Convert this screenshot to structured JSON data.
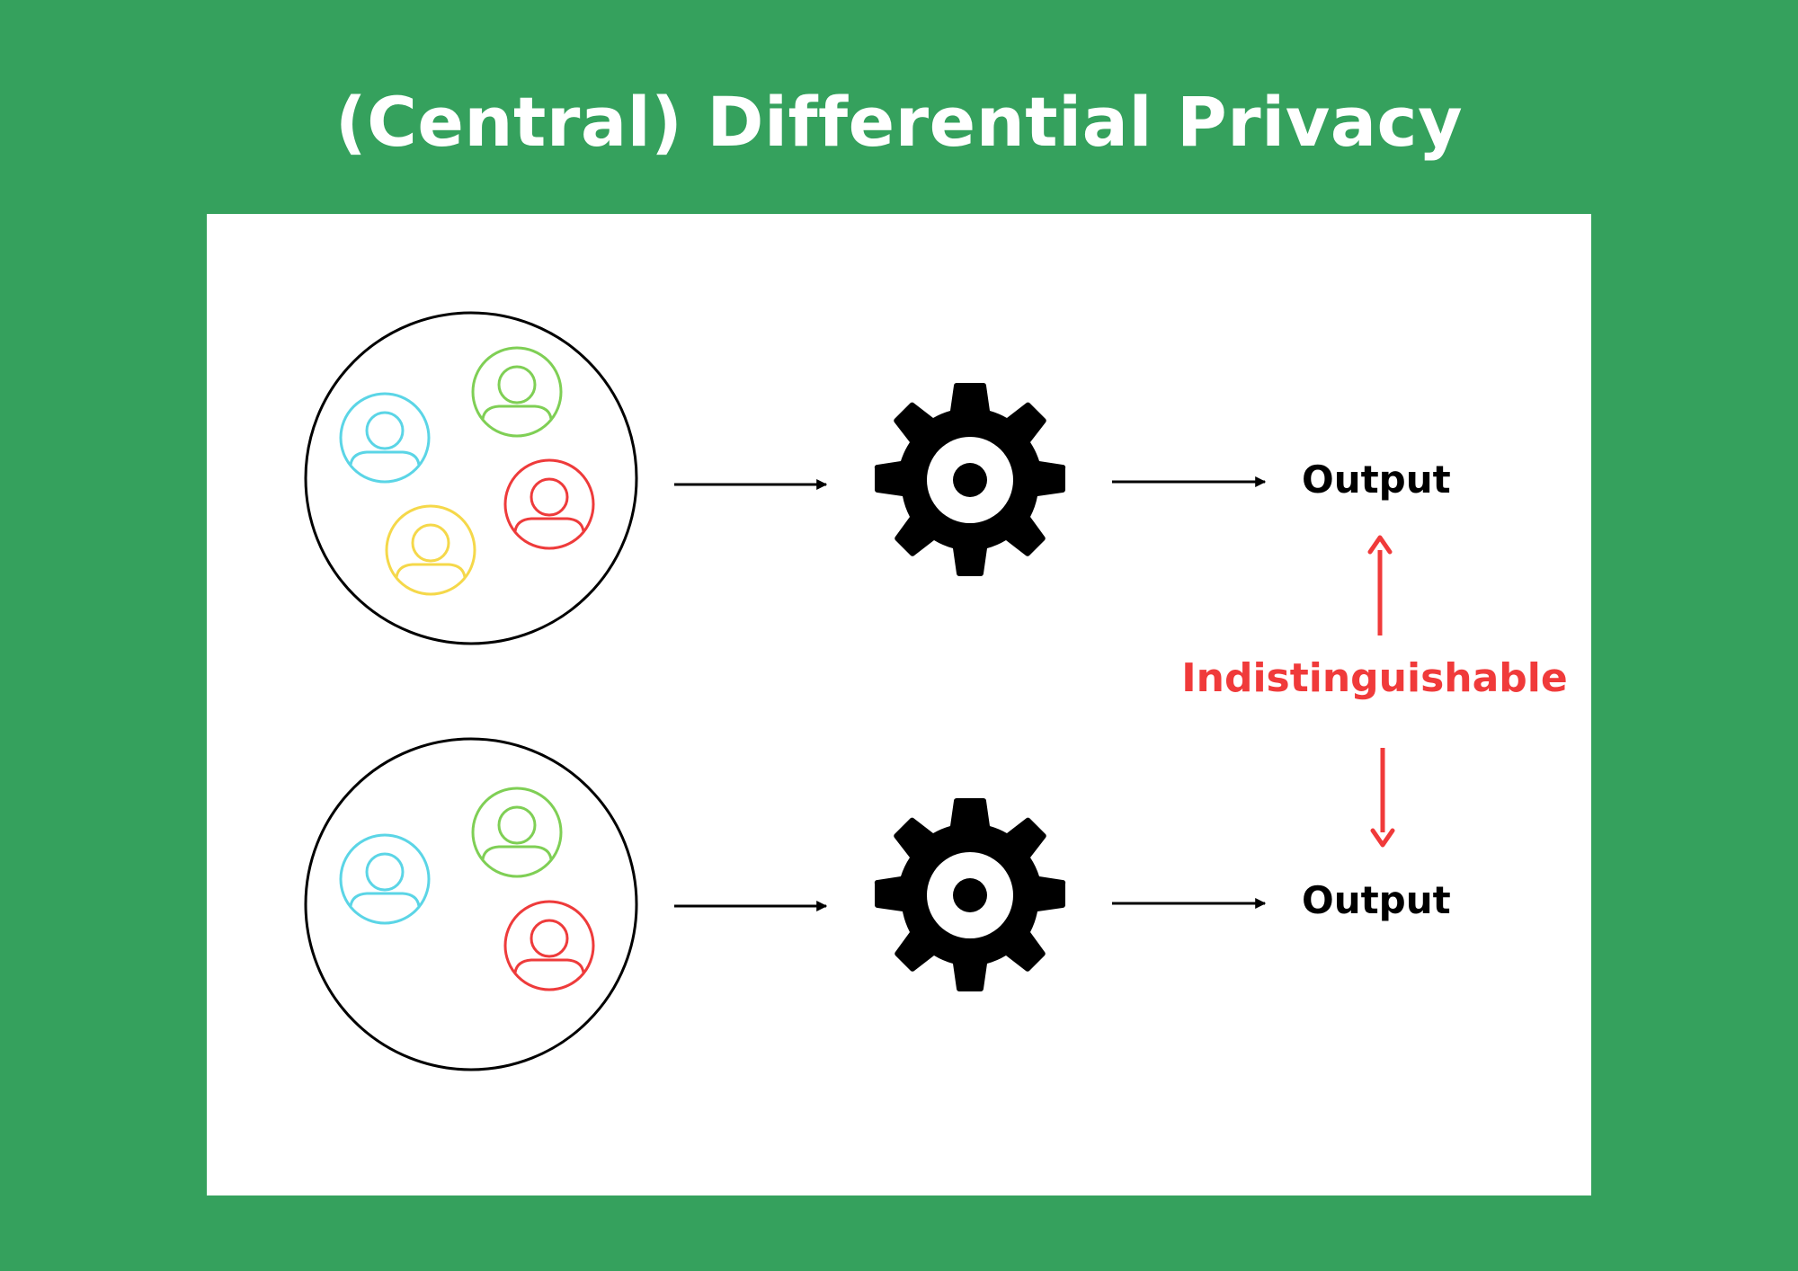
{
  "title": "(Central) Differential Privacy",
  "top_row": {
    "users": [
      "cyan",
      "green",
      "yellow",
      "red"
    ],
    "output_label": "Output"
  },
  "bottom_row": {
    "users": [
      "cyan",
      "green",
      "red"
    ],
    "output_label": "Output"
  },
  "comparison_label": "Indistinguishable",
  "colors": {
    "background": "#35a15d",
    "panel": "#ffffff",
    "user_cyan": "#5bd5e6",
    "user_green": "#7fcf55",
    "user_yellow": "#f5d84a",
    "user_red": "#ee3b3b",
    "highlight": "#f03a3a",
    "ink": "#000000"
  },
  "icons": {
    "user": "user-circle-icon",
    "mechanism": "gear-icon"
  }
}
